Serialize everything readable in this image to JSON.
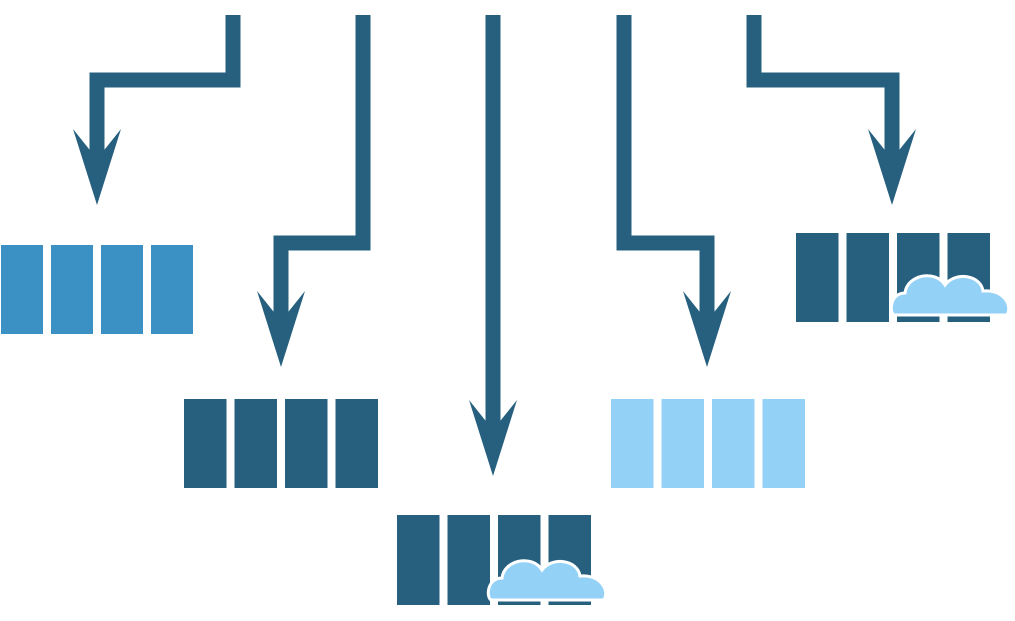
{
  "colors": {
    "arrow": "#27607F",
    "dark_blocks": "#27607F",
    "medium_blocks": "#3C91C4",
    "light_blocks": "#94D1F6",
    "cloud": "#94D1F6",
    "background": "#FFFFFF"
  },
  "arrows": [
    {
      "id": "arrow-1",
      "target": "group-1"
    },
    {
      "id": "arrow-2",
      "target": "group-2"
    },
    {
      "id": "arrow-3",
      "target": "group-3"
    },
    {
      "id": "arrow-4",
      "target": "group-4"
    },
    {
      "id": "arrow-5",
      "target": "group-5"
    }
  ],
  "groups": [
    {
      "id": "group-1",
      "shade": "medium",
      "segments": 4,
      "cloud": false
    },
    {
      "id": "group-2",
      "shade": "dark",
      "segments": 4,
      "cloud": false
    },
    {
      "id": "group-3",
      "shade": "dark",
      "segments": 4,
      "cloud": true,
      "cloud_icon": "cloud-icon"
    },
    {
      "id": "group-4",
      "shade": "light",
      "segments": 4,
      "cloud": false
    },
    {
      "id": "group-5",
      "shade": "dark",
      "segments": 4,
      "cloud": true,
      "cloud_icon": "cloud-icon"
    }
  ]
}
